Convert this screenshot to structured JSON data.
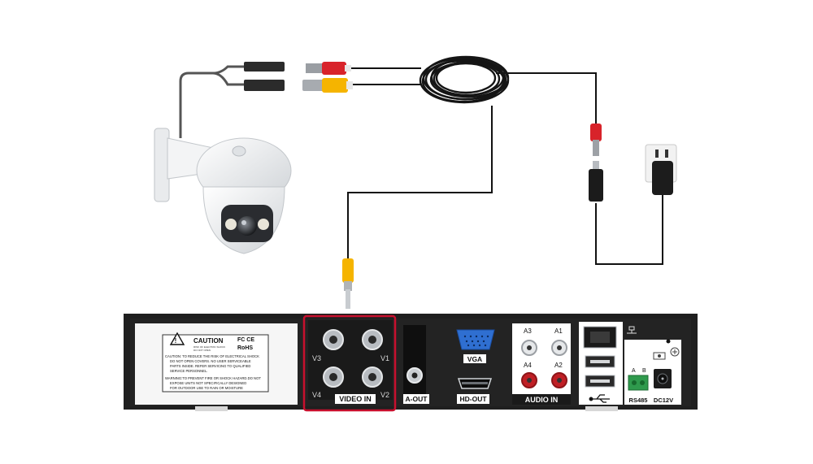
{
  "dvr": {
    "caution": {
      "title": "CAUTION",
      "cert": "FC CE",
      "rohs": "RoHS",
      "small_lines": [
        "RISK OF ELECTRIC SHOCK",
        "DO NOT OPEN"
      ],
      "lines": [
        "CAUTION: TO REDUCE THE RISK OF ELECTRICAL SHOCK",
        "DO NOT OPEN COVERS. NO USER SERVICEABLE",
        "PARTS INSIDE. REFER SERVICING TO QUALIFIED",
        "SERVICE PERSONNEL.",
        "WARNING:TO PREVENT FIRE OR SHOCK HAZARD.DO NOT",
        "EXPOSE UNITS NOT SPECIFICALLY DESIGNED",
        "FOR OUTDOOR USE TO RAIN OR MOISTURE"
      ]
    },
    "video_in": {
      "label": "VIDEO IN",
      "channels": [
        "V3",
        "V1",
        "V4",
        "V2"
      ],
      "highlight_color": "#c8102e"
    },
    "ports": {
      "a_out": "A-OUT",
      "vga": "VGA",
      "hd_out": "HD-OUT",
      "audio_in": "AUDIO IN",
      "audio_channels": [
        "A3",
        "A1",
        "A4",
        "A2"
      ],
      "rs485": "RS485",
      "rs485_pins": [
        "A",
        "B"
      ],
      "dc12v": "DC12V"
    }
  }
}
